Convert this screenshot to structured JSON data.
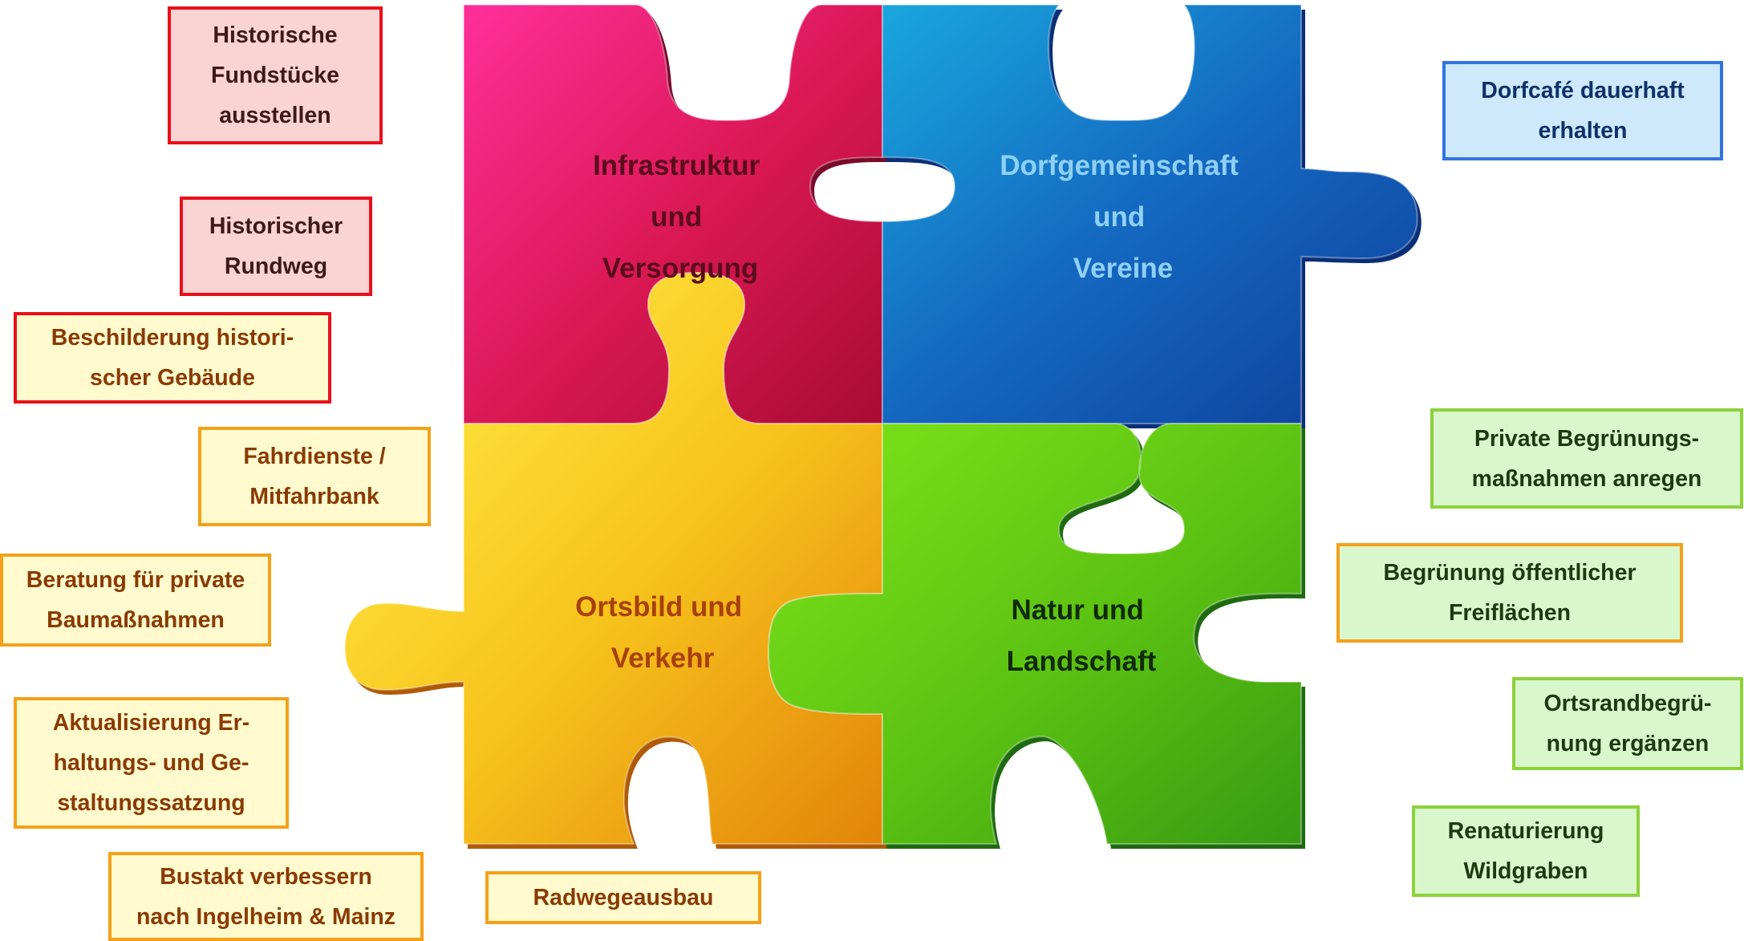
{
  "puzzle": {
    "pieces": [
      {
        "id": "infrastruktur",
        "lines": [
          "Infrastruktur",
          "und",
          "Versorgung"
        ],
        "color": "#d81f5f",
        "text_color": "#5a0c1c"
      },
      {
        "id": "dorfgemeinschaft",
        "lines": [
          "Dorfgemeinschaft",
          "und",
          "Vereine"
        ],
        "color": "#1a6fc4",
        "text_color": "#8fd0f5"
      },
      {
        "id": "ortsbild",
        "lines": [
          "Ortsbild und",
          "Verkehr"
        ],
        "color": "#f5c51a",
        "text_color": "#a8400a"
      },
      {
        "id": "natur",
        "lines": [
          "Natur und",
          "Landschaft"
        ],
        "color": "#5cc212",
        "text_color": "#0f2a05"
      }
    ]
  },
  "notes": [
    {
      "id": "historische-fundstuecke",
      "text": "Historische\nFundstücke\nausstellen",
      "style": "pink"
    },
    {
      "id": "historischer-rundweg",
      "text": "Historischer\nRundweg",
      "style": "pink"
    },
    {
      "id": "beschilderung",
      "text": "Beschilderung histori-\nscher Gebäude",
      "style": "yellow"
    },
    {
      "id": "fahrdienste",
      "text": "Fahrdienste /\nMitfahrbank",
      "style": "orange"
    },
    {
      "id": "beratung",
      "text": "Beratung für private\nBaumaßnahmen",
      "style": "orange"
    },
    {
      "id": "aktualisierung",
      "text": "Aktualisierung Er-\nhaltungs- und Ge-\nstaltungssatzung",
      "style": "orange"
    },
    {
      "id": "bustakt",
      "text": "Bustakt verbessern\nnach Ingelheim & Mainz",
      "style": "orange"
    },
    {
      "id": "radwegeausbau",
      "text": "Radwegeausbau",
      "style": "orange"
    },
    {
      "id": "dorfcafe",
      "text": "Dorfcafé dauerhaft\nerhalten",
      "style": "blue"
    },
    {
      "id": "private-begruenung",
      "text": "Private Begrünungs-\nmaßnahmen anregen",
      "style": "lgreen"
    },
    {
      "id": "begruenung-oeffentlich",
      "text": "Begrünung öffentlicher\nFreiflächen",
      "style": "ogreen"
    },
    {
      "id": "ortsrandbegruenung",
      "text": "Ortsrandbegrü-\nnung ergänzen",
      "style": "lgreen"
    },
    {
      "id": "renaturierung",
      "text": "Renaturierung\nWildgraben",
      "style": "lgreen"
    }
  ]
}
